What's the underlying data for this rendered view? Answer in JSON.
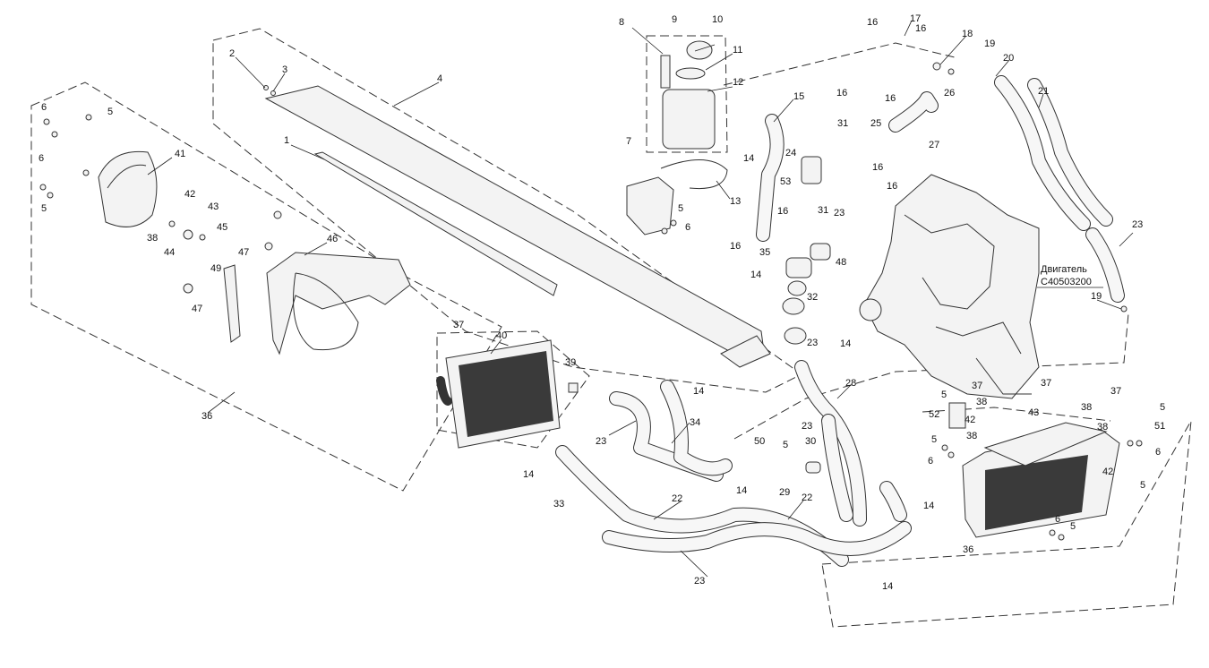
{
  "engine_label": {
    "line1": "Двигатель",
    "line2": "C40503200"
  },
  "callouts": [
    "1",
    "2",
    "3",
    "4",
    "5",
    "5",
    "5",
    "5",
    "5",
    "5",
    "5",
    "5",
    "5",
    "5",
    "6",
    "6",
    "6",
    "6",
    "6",
    "6",
    "6",
    "7",
    "8",
    "9",
    "10",
    "11",
    "12",
    "13",
    "14",
    "14",
    "14",
    "14",
    "14",
    "14",
    "14",
    "14",
    "14",
    "14",
    "15",
    "16",
    "16",
    "16",
    "16",
    "16",
    "16",
    "16",
    "16",
    "17",
    "18",
    "19",
    "19",
    "20",
    "21",
    "22",
    "22",
    "23",
    "23",
    "23",
    "23",
    "23",
    "23",
    "23",
    "24",
    "25",
    "26",
    "27",
    "28",
    "29",
    "30",
    "31",
    "31",
    "32",
    "33",
    "34",
    "35",
    "36",
    "36",
    "37",
    "37",
    "37",
    "37",
    "38",
    "38",
    "38",
    "38",
    "38",
    "39",
    "40",
    "41",
    "42",
    "42",
    "42",
    "43",
    "43",
    "44",
    "45",
    "46",
    "47",
    "47",
    "48",
    "49",
    "50",
    "51",
    "52",
    "53"
  ],
  "colors": {
    "line": "#333333",
    "fill": "#f3f3f3",
    "core": "#3a3a3a"
  }
}
